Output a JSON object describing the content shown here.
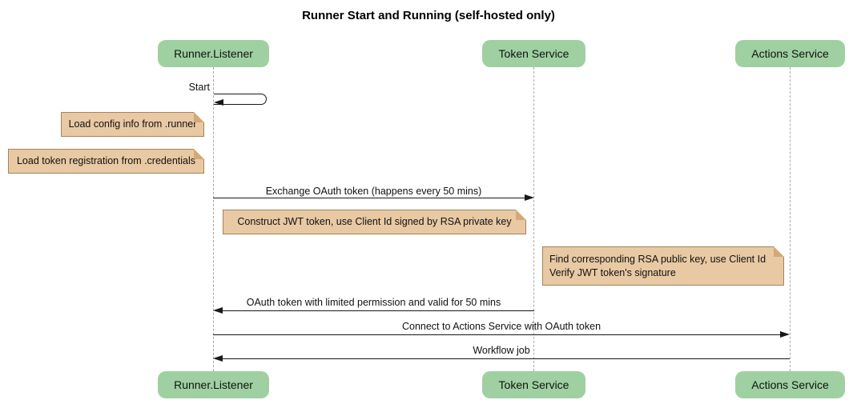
{
  "title": "Runner Start and Running (self-hosted only)",
  "participants": [
    {
      "label": "Runner.Listener"
    },
    {
      "label": "Token Service"
    },
    {
      "label": "Actions Service"
    }
  ],
  "messages": [
    {
      "label": "Start",
      "type": "self",
      "from": "Runner.Listener",
      "to": "Runner.Listener"
    },
    {
      "label": "Exchange OAuth token (happens every 50 mins)",
      "from": "Runner.Listener",
      "to": "Token Service"
    },
    {
      "label": "OAuth token with limited permission and valid for 50 mins",
      "from": "Token Service",
      "to": "Runner.Listener"
    },
    {
      "label": "Connect to Actions Service with OAuth token",
      "from": "Runner.Listener",
      "to": "Actions Service"
    },
    {
      "label": "Workflow job",
      "from": "Actions Service",
      "to": "Runner.Listener"
    }
  ],
  "notes": [
    {
      "lines": [
        "Load config info from .runner"
      ],
      "near": "Runner.Listener"
    },
    {
      "lines": [
        "Load token registration from .credentials"
      ],
      "near": "Runner.Listener"
    },
    {
      "lines": [
        "Construct JWT token, use Client Id signed by RSA private key"
      ],
      "near": "Runner.Listener"
    },
    {
      "lines": [
        "Find corresponding RSA public key, use Client Id",
        "Verify JWT token's signature"
      ],
      "near": "Actions Service"
    }
  ],
  "colors": {
    "participant_fill": "#9fd0a1",
    "note_fill": "#e8c9a3",
    "note_border": "#a8825a",
    "note_fold": "#d2a977",
    "lifeline": "#a9a9a9",
    "arrow": "#181818"
  }
}
